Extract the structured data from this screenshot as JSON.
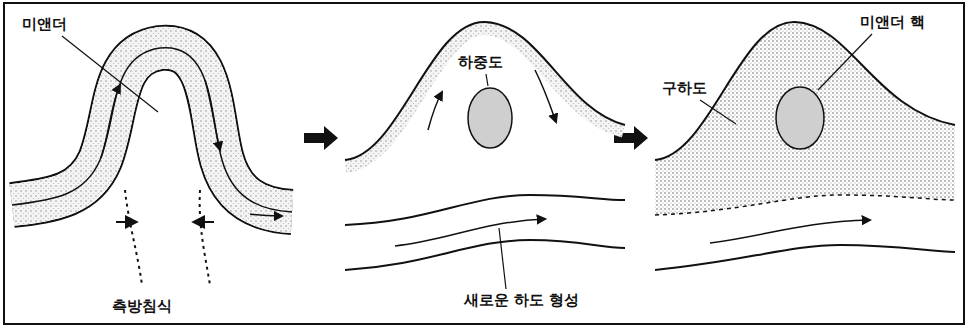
{
  "diagram": {
    "labels": [
      "미앤더",
      "측방침식",
      "하중도",
      "새로운 하도 형성",
      "구하도",
      "미앤더 핵"
    ]
  }
}
